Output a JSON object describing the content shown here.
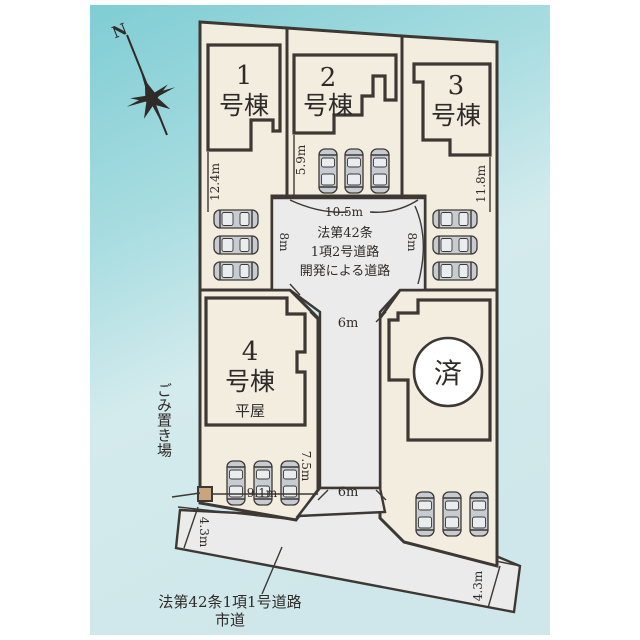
{
  "map": {
    "colors": {
      "background_sky": "#8fd3d8",
      "background_light": "#d9ecee",
      "lot_fill": "#f3ede0",
      "road_fill": "#ebebeb",
      "line": "#3d3833",
      "garbage_area": "#c8a47f"
    },
    "compass": {
      "label": "N",
      "icon": "compass-rose-icon"
    },
    "buildings": [
      {
        "id": "1",
        "number": "1",
        "suffix": "号棟",
        "depth_label": "12.4m",
        "parking_spaces": 3
      },
      {
        "id": "2",
        "number": "2",
        "suffix": "号棟",
        "depth_label": "5.9m",
        "parking_spaces": 3
      },
      {
        "id": "3",
        "number": "3",
        "suffix": "号棟",
        "depth_label": "11.8m",
        "parking_spaces": 3
      },
      {
        "id": "4",
        "number": "4",
        "suffix": "号棟",
        "note": "平屋",
        "depth_label": "7.5m",
        "width_label": "9.1m",
        "parking_spaces": 3
      },
      {
        "id": "5",
        "status": "済",
        "parking_spaces": 3
      }
    ],
    "private_road": {
      "label_line1": "法第42条",
      "label_line2": "1項2号道路",
      "label_line3": "開発による道路",
      "width_top": "10.5m",
      "depth_left": "8m",
      "depth_right": "8m",
      "width_mid": "6m",
      "width_bottom": "6m"
    },
    "public_road": {
      "label_line1": "法第42条1項1号道路",
      "label_line2": "市道",
      "width_left": "4.3m",
      "width_right": "4.3m"
    },
    "garbage_area": {
      "label": "ごみ置き場"
    }
  }
}
